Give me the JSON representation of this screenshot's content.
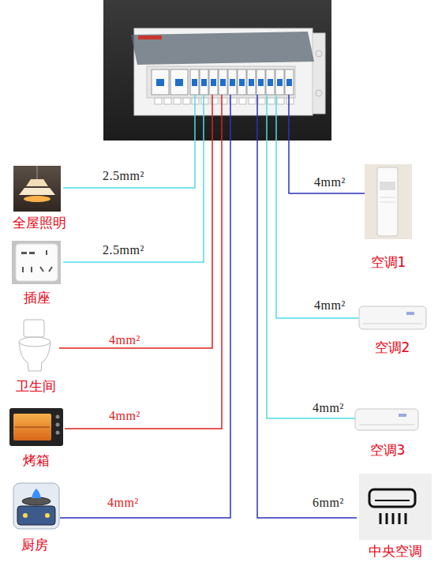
{
  "diagram": {
    "nodes": [
      {
        "text": [
          "全屋照明"
        ]
      },
      {
        "text": [
          "插座"
        ]
      },
      {
        "text": [
          "卫生间"
        ]
      },
      {
        "text": [
          "烤箱"
        ]
      },
      {
        "text": [
          "厨房"
        ]
      },
      {
        "text": [
          "空调1"
        ]
      },
      {
        "text": [
          "空调2"
        ]
      },
      {
        "text": [
          "空调3"
        ]
      },
      {
        "text": [
          "中央空调"
        ]
      }
    ],
    "labels": [
      "2.5mm²",
      "2.5mm²",
      "4mm²",
      "4mm²",
      "4mm²",
      "4mm²",
      "4mm²",
      "4mm²",
      "6mm²"
    ]
  }
}
